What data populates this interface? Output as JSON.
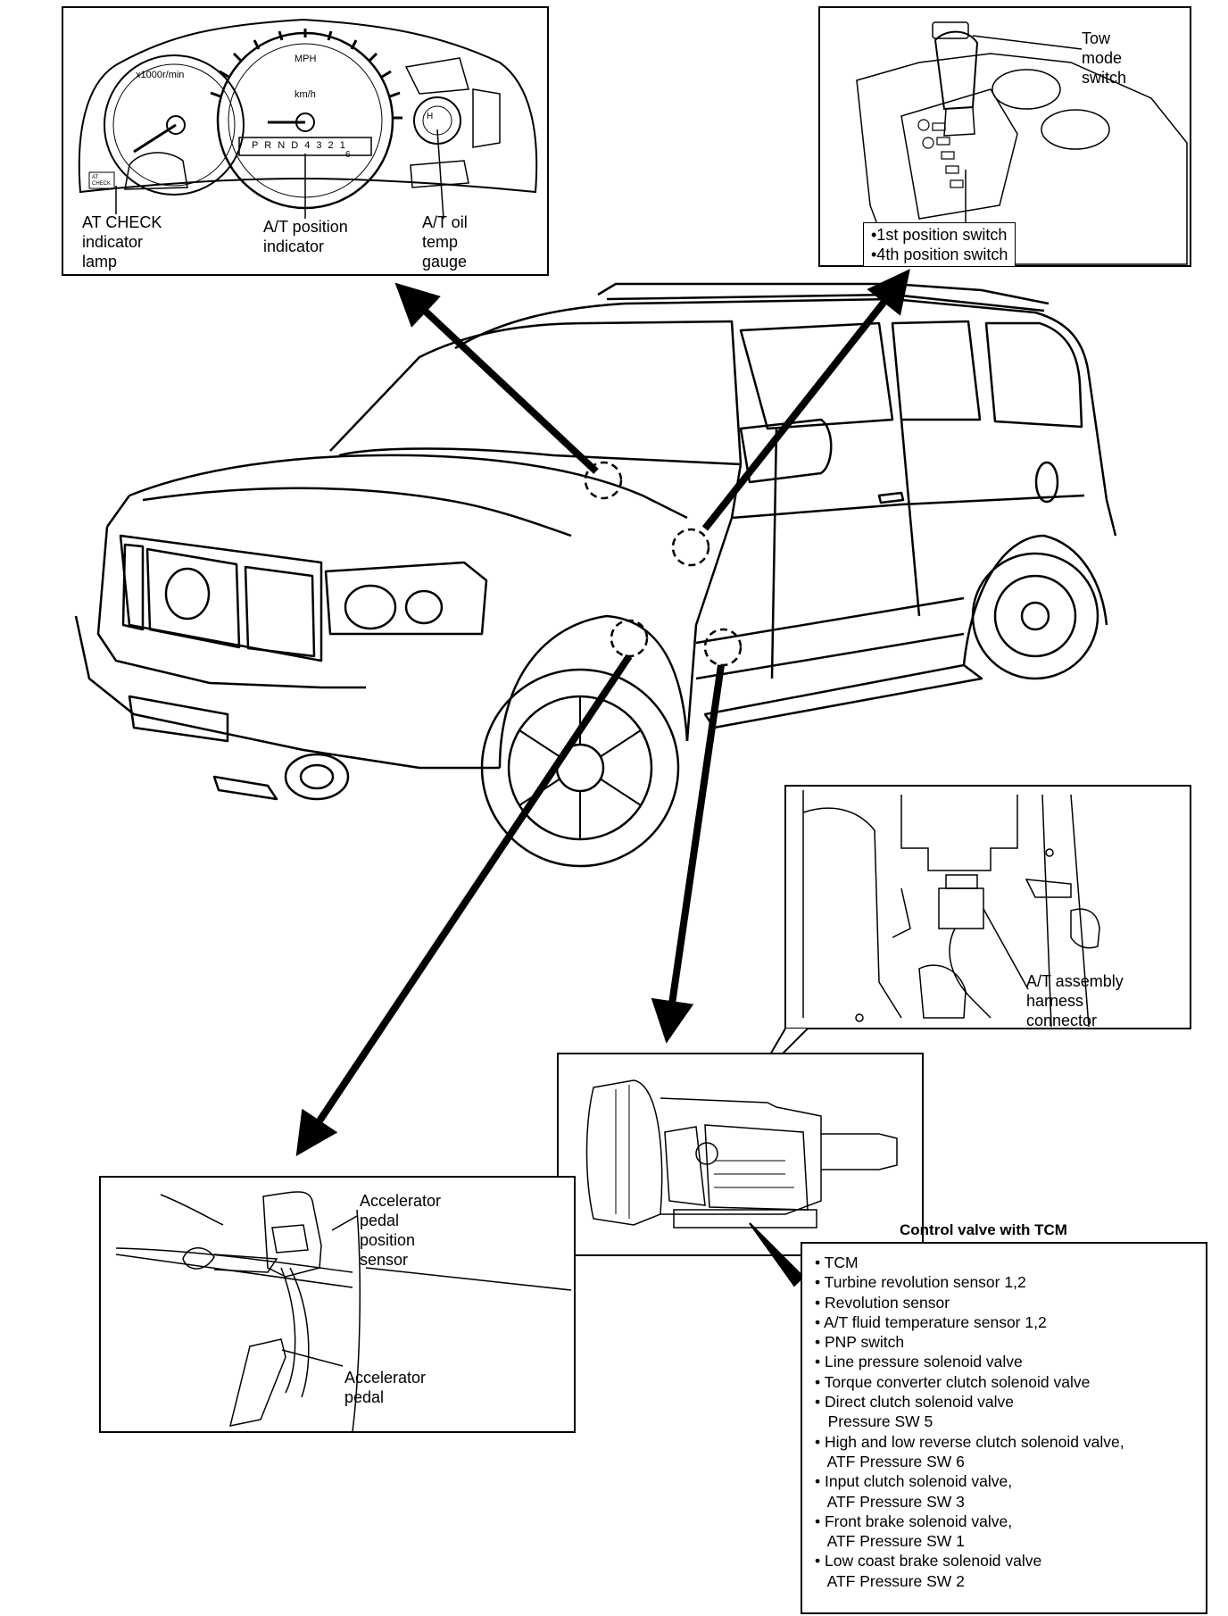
{
  "cluster": {
    "tach_label": "x1000r/min",
    "speedo_mph": "MPH",
    "speedo_kmh": "km/h",
    "gear_display": "P R N D 4 3 2 1",
    "gear_display_sub": "6",
    "at_check_small": "AT CHECK",
    "callouts": {
      "at_check": [
        "AT CHECK",
        "indicator",
        "lamp"
      ],
      "position_indicator": [
        "A/T position",
        "indicator"
      ],
      "oil_temp": [
        "A/T oil",
        "temp",
        "gauge"
      ]
    }
  },
  "shifter": {
    "tow_mode": [
      "Tow",
      "mode",
      "switch"
    ],
    "position_switches": [
      "•1st position switch",
      "•4th position switch"
    ]
  },
  "harness": {
    "label": [
      "A/T assembly",
      "harness",
      "connector"
    ]
  },
  "transmission": {
    "caption": "Control valve with TCM",
    "items": [
      "• TCM",
      "• Turbine revolution sensor 1,2",
      "• Revolution sensor",
      "• A/T fluid temperature sensor 1,2",
      "• PNP switch",
      "• Line pressure solenoid valve",
      "• Torque converter clutch solenoid valve",
      "• Direct clutch solenoid valve",
      "   Pressure SW 5",
      "• High and low reverse clutch solenoid valve,",
      "   ATF Pressure SW 6",
      "• Input clutch solenoid valve,",
      "   ATF Pressure SW 3",
      "• Front brake solenoid valve,",
      "   ATF Pressure SW 1",
      "• Low coast brake solenoid valve",
      "   ATF Pressure SW 2"
    ]
  },
  "pedal": {
    "sensor": [
      "Accelerator",
      "pedal",
      "position",
      "sensor"
    ],
    "pedal": [
      "Accelerator",
      "pedal"
    ]
  }
}
